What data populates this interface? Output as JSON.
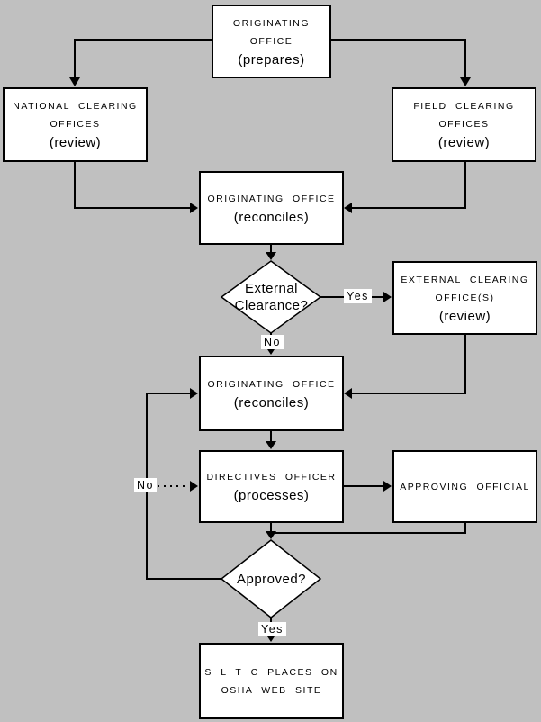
{
  "flow": {
    "bg_color": "#c0c0c0",
    "node_fill": "#ffffff",
    "line_color": "#000000",
    "nodes": {
      "originating_prepares": {
        "line1": "ORIGINATING",
        "line2": "OFFICE",
        "sub": "(prepares)"
      },
      "national_clearing": {
        "line1": "NATIONAL CLEARING",
        "line2": "OFFICES",
        "sub": "(review)"
      },
      "field_clearing": {
        "line1": "FIELD CLEARING",
        "line2": "OFFICES",
        "sub": "(review)"
      },
      "originating_reconciles_1": {
        "line1": "ORIGINATING OFFICE",
        "sub": "(reconciles)"
      },
      "external_decision": {
        "line1": "External",
        "line2": "Clearance?"
      },
      "external_clearing": {
        "line1": "EXTERNAL CLEARING",
        "line2": "OFFICE(S)",
        "sub": "(review)"
      },
      "originating_reconciles_2": {
        "line1": "ORIGINATING OFFICE",
        "sub": "(reconciles)"
      },
      "directives_officer": {
        "line1": "DIRECTIVES OFFICER",
        "sub": "(processes)"
      },
      "approving_official": {
        "line1": "APPROVING OFFICIAL"
      },
      "approved_decision": {
        "line1": "Approved?"
      },
      "sltc_places": {
        "line1": "S L T C PLACES ON",
        "line2": "OSHA WEB SITE"
      }
    },
    "edge_labels": {
      "external_yes": "Yes",
      "external_no": "No",
      "approved_no": "No",
      "approved_yes": "Yes"
    }
  }
}
